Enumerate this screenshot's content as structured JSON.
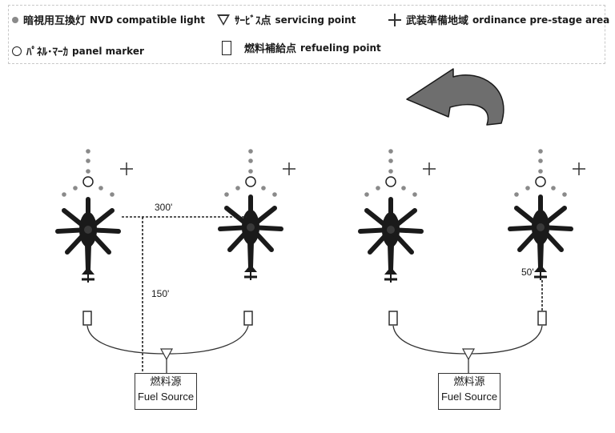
{
  "legend": {
    "items": [
      {
        "symbol": "gray-dot-icon",
        "jp": "暗視用互換灯",
        "en": "NVD compatible light"
      },
      {
        "symbol": "triangle-icon",
        "jp": "ｻｰﾋﾞｽ点",
        "en": "servicing point"
      },
      {
        "symbol": "plus-icon",
        "jp": "武装準備地域",
        "en": "ordinance pre-stage area"
      },
      {
        "symbol": "circle-icon",
        "jp": "ﾊﾟﾈﾙ･ﾏｰｶ",
        "en": "panel marker"
      },
      {
        "symbol": "rectangle-icon",
        "jp": "燃料補給点",
        "en": "refueling point"
      }
    ]
  },
  "diagram": {
    "dimensions": {
      "horizontal": "300'",
      "vertical": "150'",
      "offset": "50'"
    },
    "fuel_source": {
      "jp": "燃料源",
      "en": "Fuel Source"
    },
    "colors": {
      "light": "#8a8a8a",
      "helicopter": "#1a1a1a",
      "line": "#333333",
      "arrow": "#6e6e6e"
    }
  }
}
